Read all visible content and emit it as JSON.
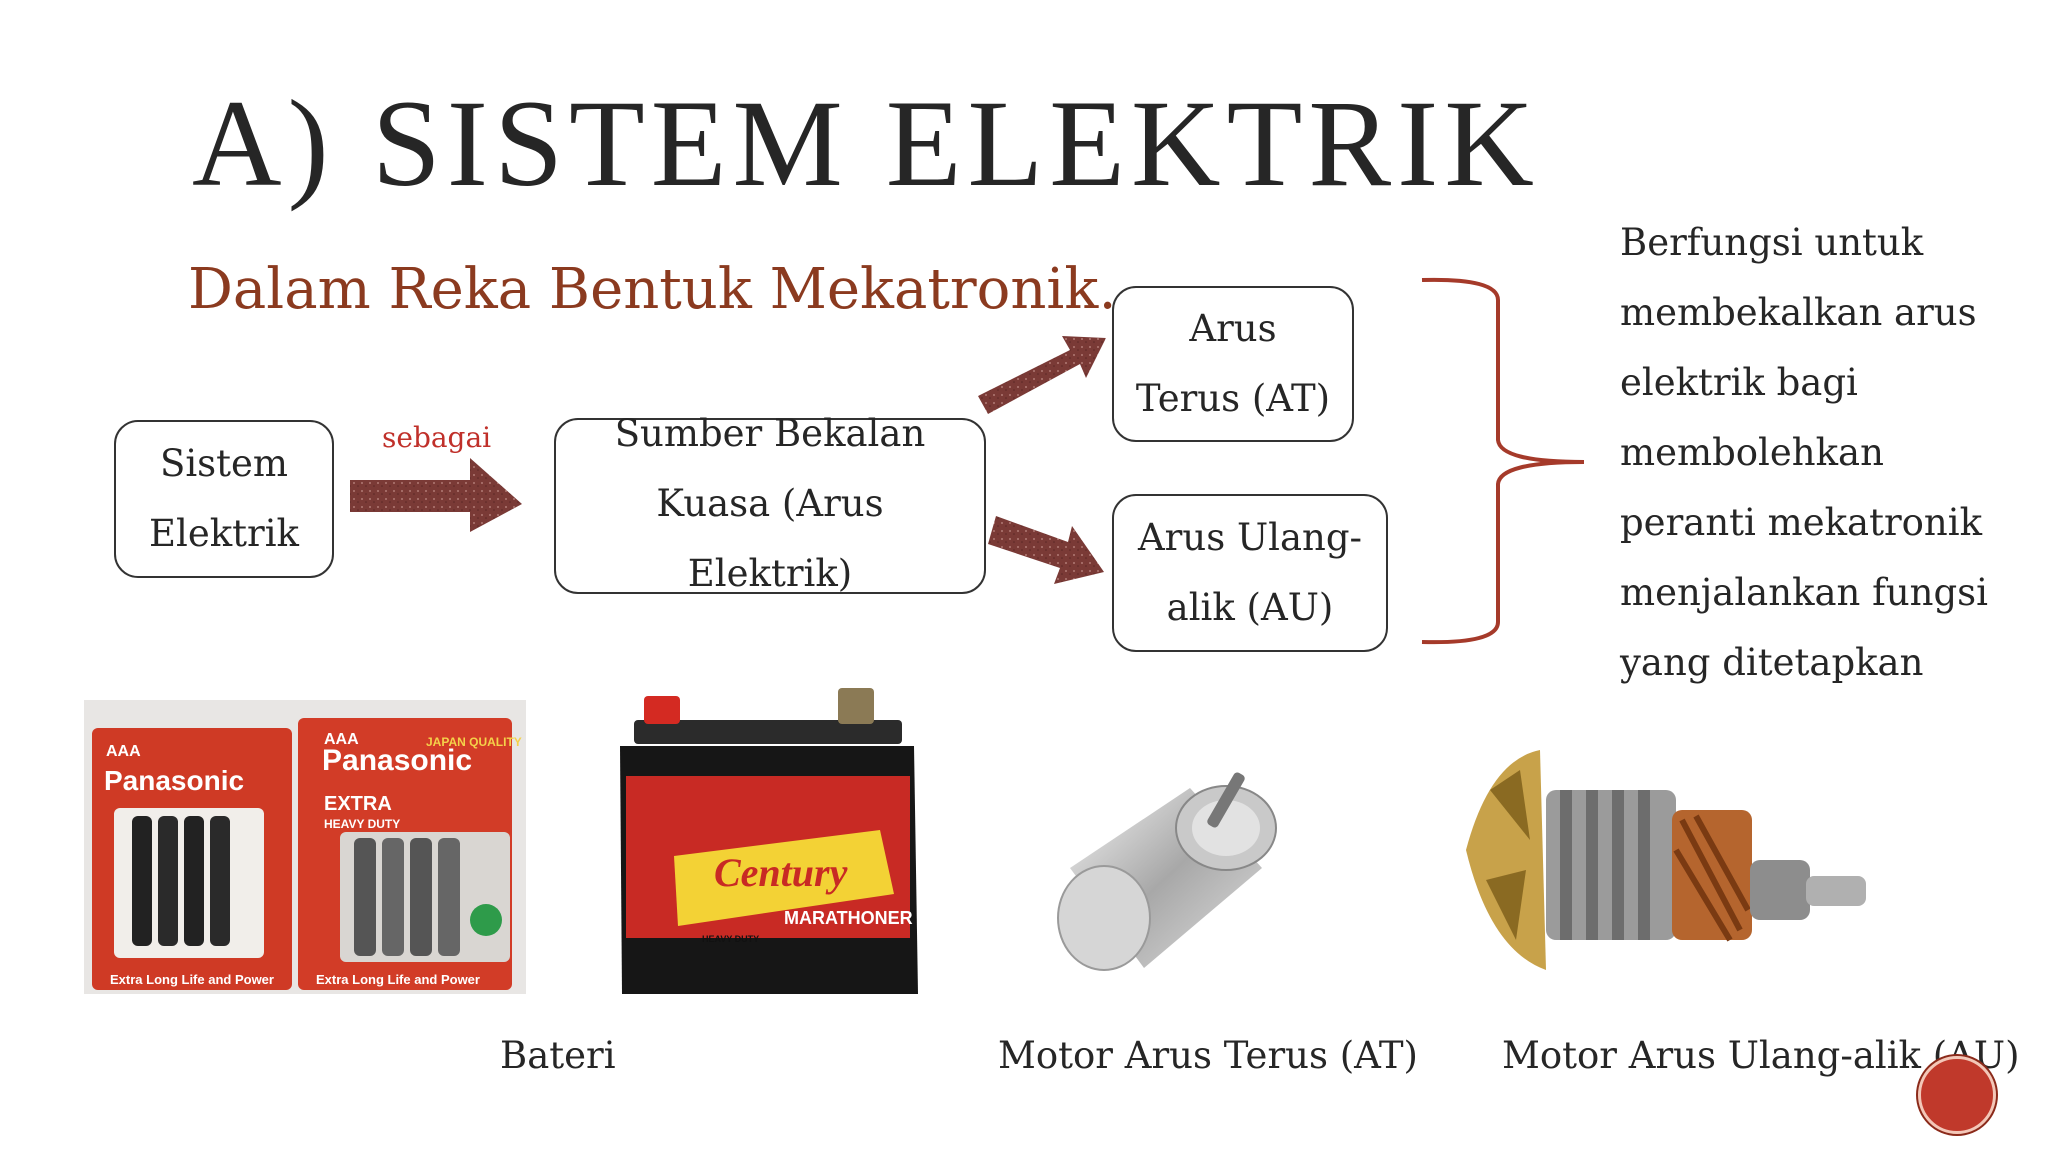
{
  "slide": {
    "title": "A) SISTEM ELEKTRIK",
    "subtitle": "Dalam Reka Bentuk Mekatronik……",
    "accent_color": "#8b3a1f",
    "arrow_color": "#7a3a36"
  },
  "diagram": {
    "box_sistem": {
      "line1": "Sistem",
      "line2": "Elektrik"
    },
    "arrow_label": "sebagai",
    "box_sumber": {
      "line1": "Sumber Bekalan",
      "line2": "Kuasa (Arus",
      "line3": "Elektrik)"
    },
    "box_at": {
      "line1": "Arus",
      "line2": "Terus (AT)"
    },
    "box_au": {
      "line1": "Arus Ulang-",
      "line2": "alik (AU)"
    }
  },
  "description": {
    "lines": [
      "Berfungsi untuk",
      "membekalkan arus",
      "elektrik bagi",
      "membolehkan",
      "peranti mekatronik",
      "menjalankan fungsi",
      "yang ditetapkan"
    ]
  },
  "images": {
    "battery_pack": {
      "brand": "Panasonic",
      "label1": "EXTRA",
      "label2": "HEAVY DUTY",
      "tag": "AAA",
      "badge": "JAPAN QUALITY",
      "footer": "Extra Long Life and Power"
    },
    "car_battery": {
      "brand": "Century",
      "model": "MARATHONER",
      "tag": "HEAVY DUTY"
    }
  },
  "captions": {
    "bateri": "Bateri",
    "motor_at": "Motor Arus Terus (AT)",
    "motor_au": "Motor Arus Ulang-alik (AU)"
  }
}
